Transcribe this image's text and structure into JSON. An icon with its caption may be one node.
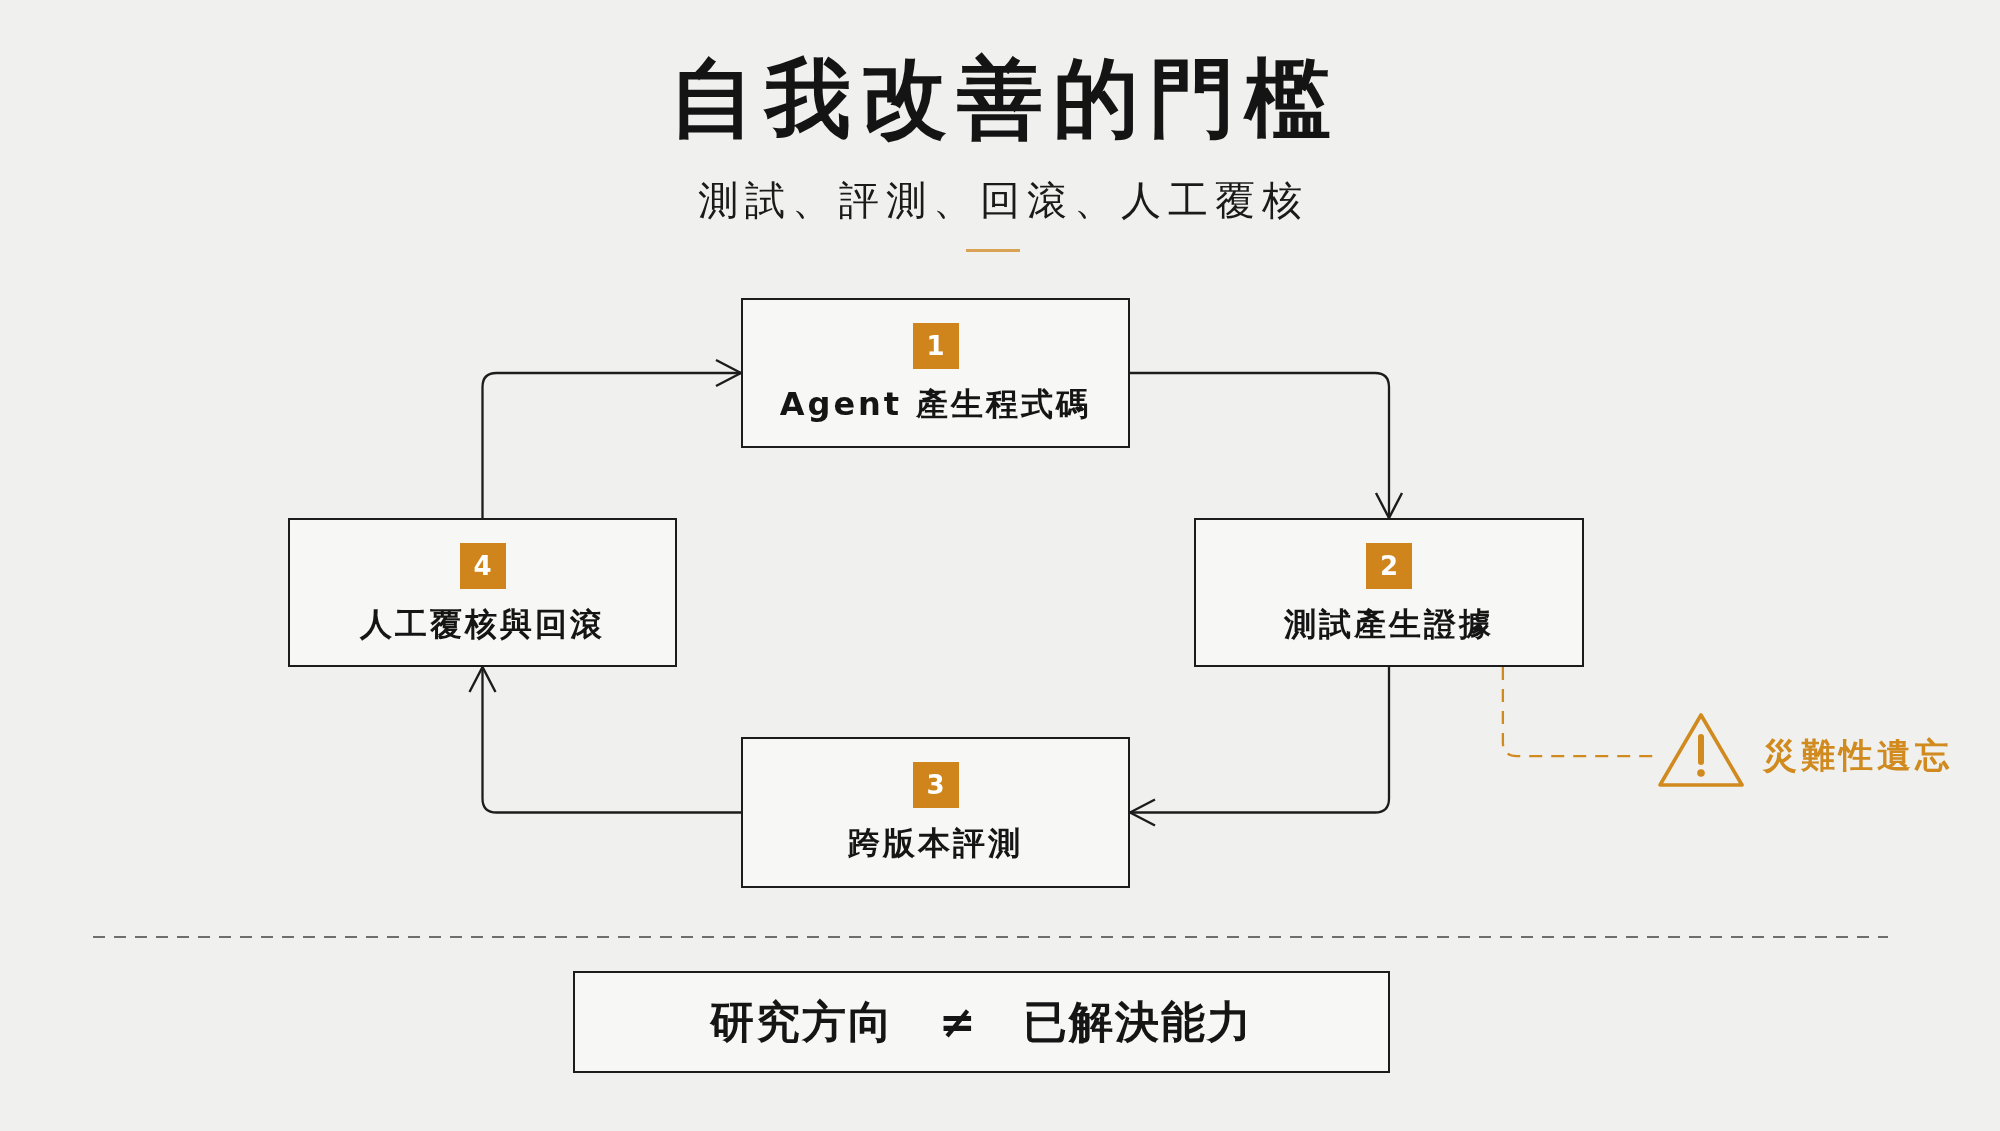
{
  "diagram": {
    "title": "自我改善的門檻",
    "nodes": [
      {
        "text": [
          "1",
          "Agent 產生程式碼"
        ]
      },
      {
        "text": [
          "2",
          "測試產生證據"
        ]
      },
      {
        "text": [
          "3",
          "跨版本評測"
        ]
      },
      {
        "text": [
          "4",
          "人工覆核與回滾"
        ]
      },
      {
        "text": [],
        "shape": "triangle",
        "beside": [
          "災難性遺忘"
        ]
      },
      {
        "text": [
          "研究方向 ≠ 已解決能力"
        ]
      }
    ],
    "edges": [
      {
        "from": 0,
        "to": 1,
        "arrow": "to"
      },
      {
        "from": 1,
        "to": 2,
        "arrow": "to"
      },
      {
        "from": 2,
        "to": 3,
        "arrow": "to"
      },
      {
        "from": 3,
        "to": 0,
        "arrow": "to"
      },
      {
        "from": 1,
        "to": 4,
        "arrow": "none",
        "style": "dashed",
        "color": "#d08a1e"
      }
    ],
    "labels": [
      "測試、評測、回滾、人工覆核"
    ]
  }
}
